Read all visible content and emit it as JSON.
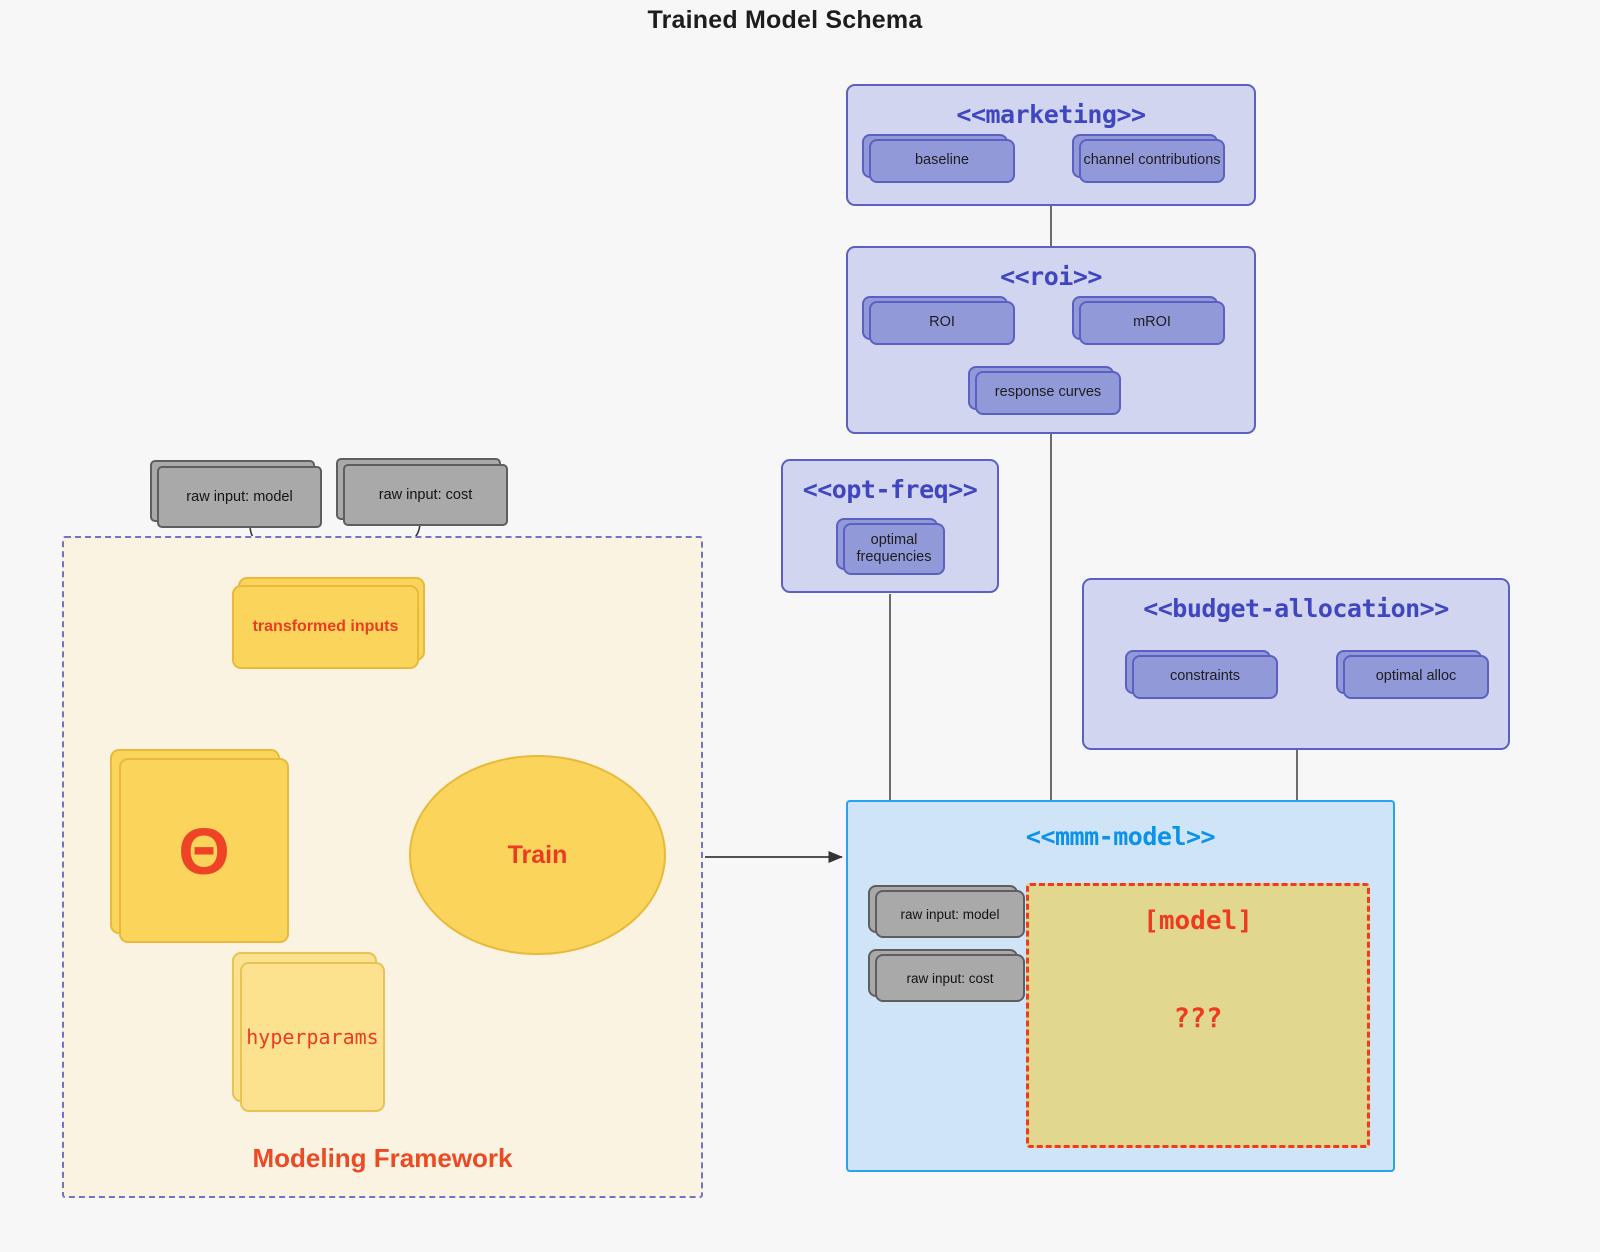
{
  "title": "Trained Model Schema",
  "packages": {
    "marketing": {
      "name": "<<marketing>>",
      "cards": [
        "baseline",
        "channel contributions"
      ],
      "relation": "bidirectional"
    },
    "roi": {
      "name": "<<roi>>",
      "cards": [
        "ROI",
        "mROI",
        "response curves"
      ],
      "relation": "bidirectional"
    },
    "opt_freq": {
      "name": "<<opt-freq>>",
      "cards": [
        "optimal frequencies"
      ]
    },
    "budget_allocation": {
      "name": "<<budget-allocation>>",
      "cards": [
        "constraints",
        "optimal alloc"
      ],
      "relation": "bidirectional"
    },
    "mmm_model": {
      "name": "<<mmm-model>>",
      "inputs": [
        "raw input: model",
        "raw input: cost"
      ],
      "model_box": {
        "label": "[model]",
        "unknown": "???"
      }
    }
  },
  "framework": {
    "label": "Modeling Framework",
    "raw_inputs": [
      "raw input: model",
      "raw input: cost"
    ],
    "transformed_inputs": "transformed inputs",
    "theta": "Θ",
    "hyperparams": "hyperparams",
    "train": "Train"
  },
  "colors": {
    "background": "#f7f7f8",
    "package_fill": "#d2d5ef",
    "package_border": "#5b60c2",
    "package_title": "#3f46c0",
    "card_purple": "#9299d9",
    "mmm_fill": "#cfe4f7",
    "mmm_border": "#29a3f0",
    "mmm_title": "#0b93ea",
    "gray_card": "#a9a9a9",
    "gray_border": "#5e5e5e",
    "framework_fill": "#faf3e2",
    "framework_border": "#6f74c9",
    "yellow_card": "#fbd55b",
    "yellow_card_light": "#fce28e",
    "yellow_border": "#e8b93a",
    "accent_red": "#ec3b24",
    "model_box_fill": "#e2d78e",
    "model_box_border": "#ef3b21"
  }
}
